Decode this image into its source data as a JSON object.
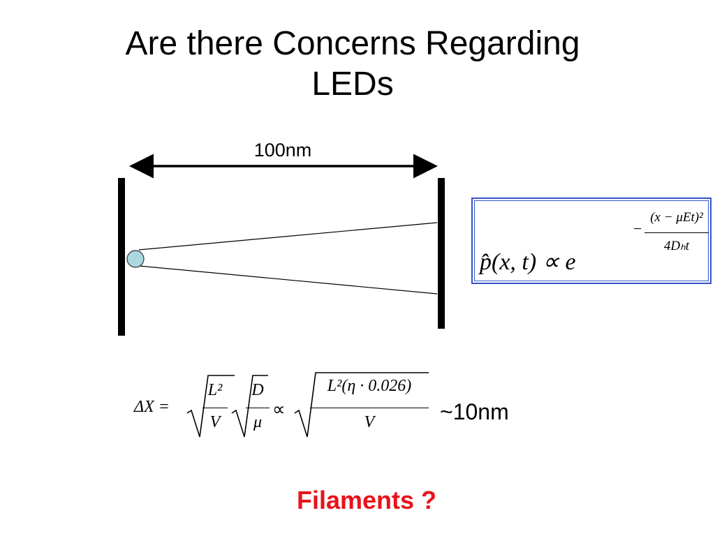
{
  "slide": {
    "title_line1": "Are there Concerns Regarding",
    "title_line2": "LEDs",
    "width_label": "100nm",
    "result_label": "~10nm",
    "question": "Filaments ?"
  },
  "formula_box": {
    "lhs": "p̂(x, t) ∝ e",
    "exp_sign": "−",
    "exp_numerator": "(x − μEt)²",
    "exp_denominator": "4Dₕt"
  },
  "bottom_formula": {
    "lhs": "ΔX =",
    "frac1_num": "L²",
    "frac1_den": "V",
    "frac2_num": "D",
    "frac2_den": "μ",
    "propto": "∝",
    "frac3_num": "L²(η · 0.026)",
    "frac3_den": "V"
  },
  "colors": {
    "question": "#e8131b",
    "box_border": "#3355cc",
    "dot_fill": "#a9d8e0"
  }
}
